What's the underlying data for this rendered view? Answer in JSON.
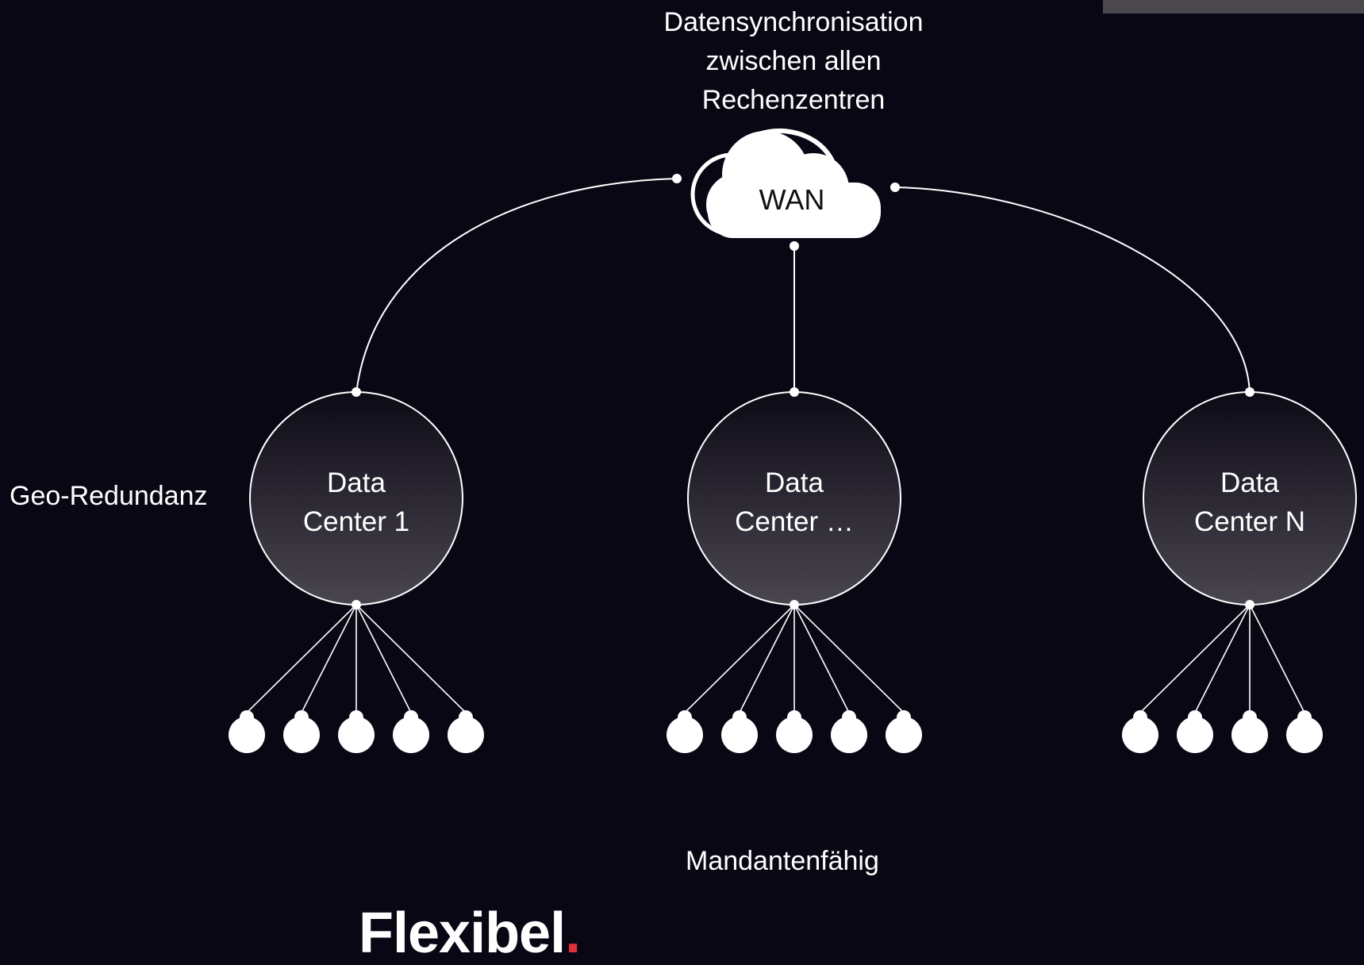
{
  "title_lines": [
    "Datensynchronisation",
    "zwischen allen",
    "Rechenzentren"
  ],
  "wan_label": "WAN",
  "data_centers": [
    {
      "line1": "Data",
      "line2": "Center 1"
    },
    {
      "line1": "Data",
      "line2": "Center …"
    },
    {
      "line1": "Data",
      "line2": "Center N"
    }
  ],
  "clients_per_center": 5,
  "left_label": "Geo-Redundanz",
  "bottom_label": "Mandantenfähig",
  "logo": {
    "text": "Flexibel",
    "accent": "."
  },
  "colors": {
    "background": "#0a0714",
    "line": "#ffffff",
    "accent": "#e0303a",
    "node_gradient_top": "#0d0a16",
    "node_gradient_bottom": "#4a4650"
  }
}
